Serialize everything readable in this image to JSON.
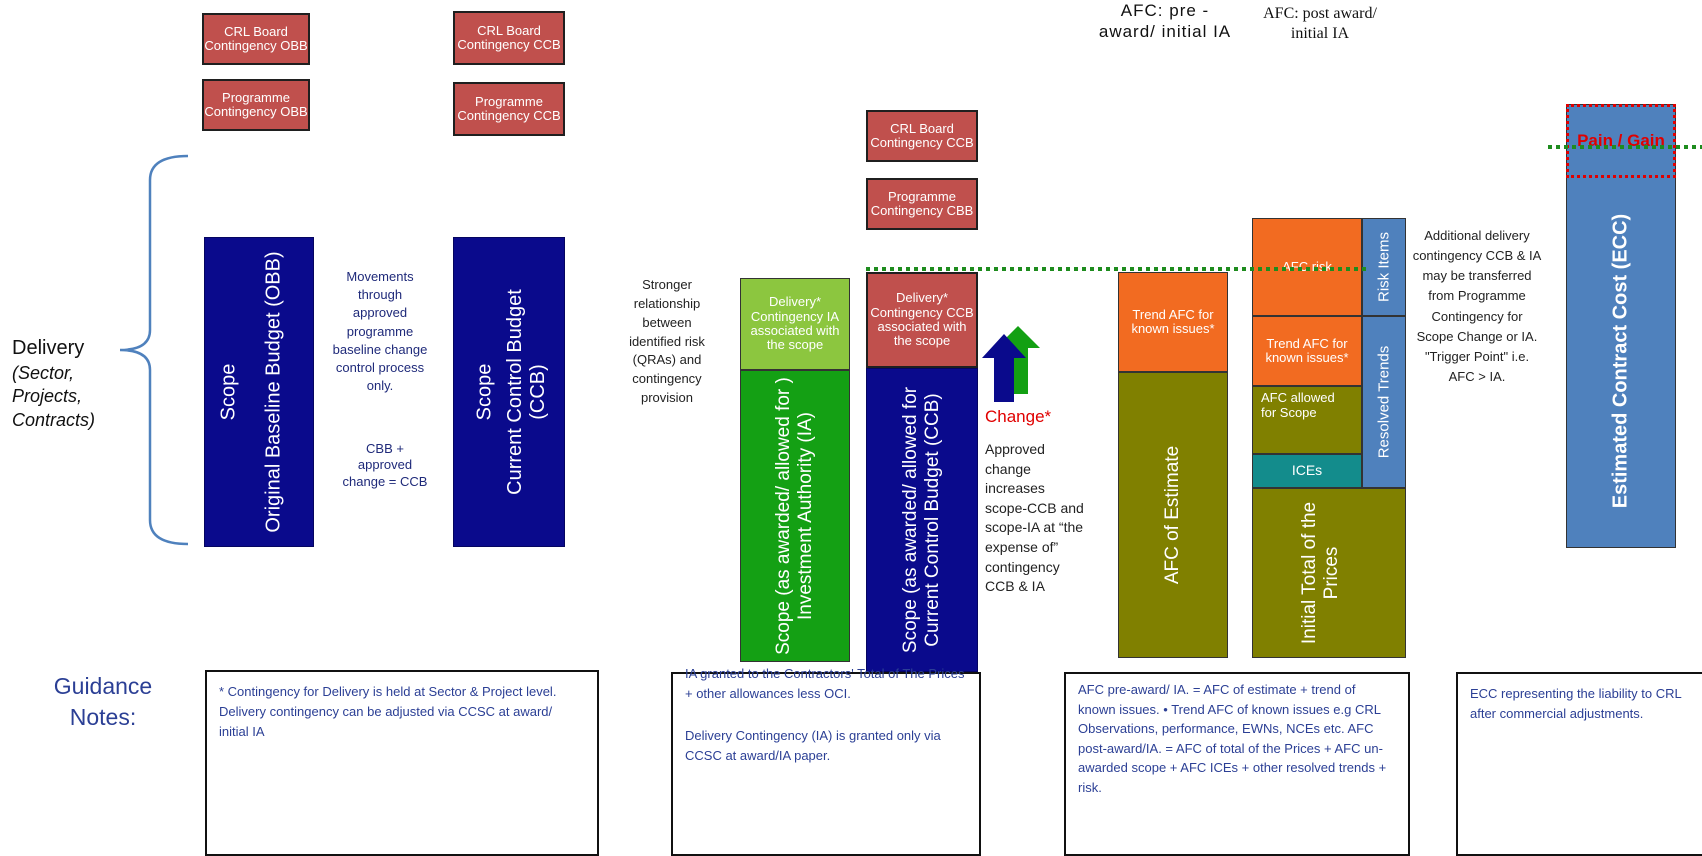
{
  "colors": {
    "navy": "#0a0a8c",
    "red": "#c0504d",
    "olive": "#808000",
    "green": "#14a014",
    "lime": "#8cc63f",
    "orange": "#f26b21",
    "teal": "#138c8c",
    "steel": "#4f81bd",
    "dotted_line": "#1e8c1e",
    "pain_text": "#e00000"
  },
  "top_labels": {
    "afc_pre": "AFC: pre - award/ initial IA",
    "afc_post": "AFC: post award/ initial IA"
  },
  "contingency_boxes": {
    "crl_obb": "CRL Board Contingency OBB",
    "prog_obb": "Programme Contingency OBB",
    "crl_ccb_1": "CRL Board Contingency CCB",
    "prog_ccb_1": "Programme Contingency CCB",
    "crl_ccb_2": "CRL Board Contingency CCB",
    "prog_cbb_2": "Programme Contingency CBB"
  },
  "left": {
    "delivery": "Delivery",
    "delivery_sub": "(Sector, Projects, Contracts)"
  },
  "columns": {
    "obb_scope": "Scope",
    "obb_budget": "Original Baseline Budget (OBB)",
    "movements": "Movements through approved programme baseline change control process only.",
    "cbb_formula": "CBB + approved change = CCB",
    "ccb_scope": "Scope",
    "ccb_budget": "Current Control Budget (CCB)",
    "stronger": "Stronger relationship between identified risk (QRAs) and contingency provision",
    "delivery_ia": "Delivery* Contingency IA associated with the scope",
    "scope_ia": "Scope (as awarded/ allowed for ) Investment Authority (IA)",
    "delivery_ccb": "Delivery* Contingency CCB associated with the scope",
    "scope_ccb": "Scope (as awarded/ allowed for Current Control Budget (CCB)",
    "change": "Change*",
    "approved_change": "Approved change increases scope-CCB and scope-IA at “the expense of” contingency CCB & IA",
    "trend_afc_1": "Trend AFC for known issues*",
    "afc_estimate": "AFC of Estimate",
    "afc_risk": "AFC risk",
    "trend_afc_2": "Trend AFC for known issues*",
    "afc_allowed": "AFC allowed for Scope",
    "ices": "ICEs",
    "initial_total": "Initial Total of the Prices",
    "risk_items": "Risk Items",
    "resolved_trends": "Resolved Trends",
    "additional": "Additional delivery contingency CCB & IA may be transferred from Programme Contingency for Scope Change or IA. \"Trigger Point\" i.e. AFC > IA.",
    "pain_gain": "Pain / Gain",
    "ecc": "Estimated Contract Cost (ECC)"
  },
  "guidance": {
    "title": "Guidance Notes:",
    "note1": "* Contingency for Delivery is held at Sector & Project level. Delivery contingency can be adjusted via CCSC at award/ initial IA",
    "note2a": "IA granted to the Contractors' Total of The Prices + other allowances less OCI.",
    "note2b": "Delivery Contingency (IA) is granted only via CCSC at award/IA paper.",
    "note3": "AFC pre-award/ IA. = AFC of estimate + trend of known issues. • Trend AFC of known issues e.g CRL Observations, performance, EWNs, NCEs etc. AFC post-award/IA. = AFC of total of the Prices + AFC un-awarded scope + AFC ICEs + other resolved trends + risk.",
    "note4": "ECC representing the liability to CRL after commercial adjustments."
  }
}
